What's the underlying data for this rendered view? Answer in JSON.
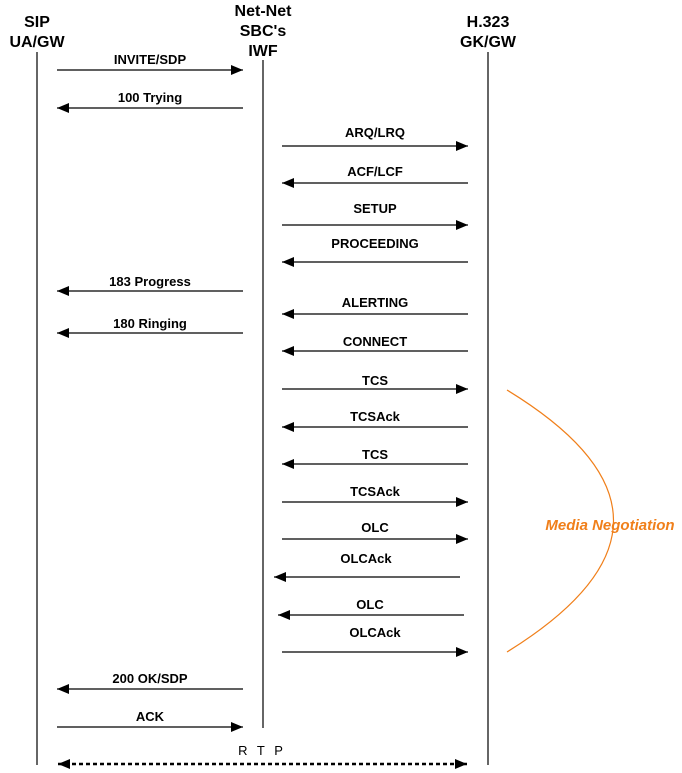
{
  "headers": {
    "sip": [
      "SIP",
      "UA/GW"
    ],
    "sbc": [
      "Net-Net",
      "SBC's",
      "IWF"
    ],
    "h323": [
      "H.323",
      "GK/GW"
    ]
  },
  "messages": [
    "INVITE/SDP",
    "100 Trying",
    "ARQ/LRQ",
    "ACF/LCF",
    "SETUP",
    "PROCEEDING",
    "183 Progress",
    "ALERTING",
    "180 Ringing",
    "CONNECT",
    "TCS",
    "TCSAck",
    "TCS",
    "TCSAck",
    "OLC",
    "OLCAck",
    "OLC",
    "OLCAck",
    "200 OK/SDP",
    "ACK"
  ],
  "media_label": "R T P",
  "annotation": {
    "text": "Media Negotiation",
    "color": "#f07f1a"
  }
}
